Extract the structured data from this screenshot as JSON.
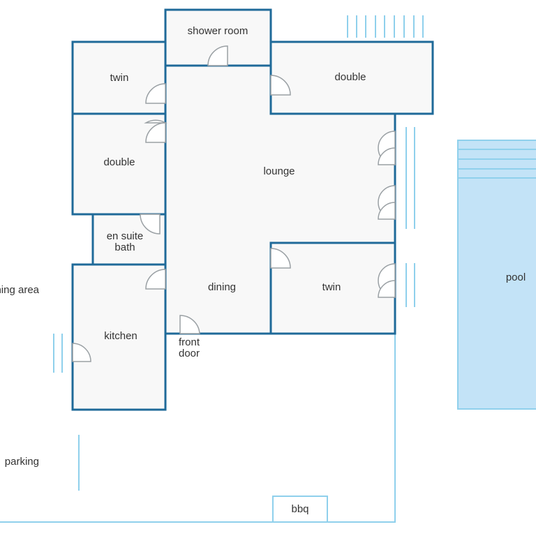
{
  "rooms": {
    "shower_room": "shower room",
    "twin_top": "twin",
    "double_top": "double",
    "double_left": "double",
    "lounge": "lounge",
    "en_suite_line1": "en suite",
    "en_suite_line2": "bath",
    "dining": "dining",
    "twin_bottom": "twin",
    "kitchen": "kitchen",
    "front_door_line1": "front",
    "front_door_line2": "door"
  },
  "outdoor": {
    "dining_area": "outdoor dining area",
    "parking": "parking",
    "pool": "pool",
    "bbq": "bbq"
  },
  "colors": {
    "wall": "#1f6a99",
    "room_fill": "#f8f8f8",
    "pool_fill": "#c3e3f7",
    "window": "#8fd0ec",
    "door": "#9aa0a4"
  }
}
